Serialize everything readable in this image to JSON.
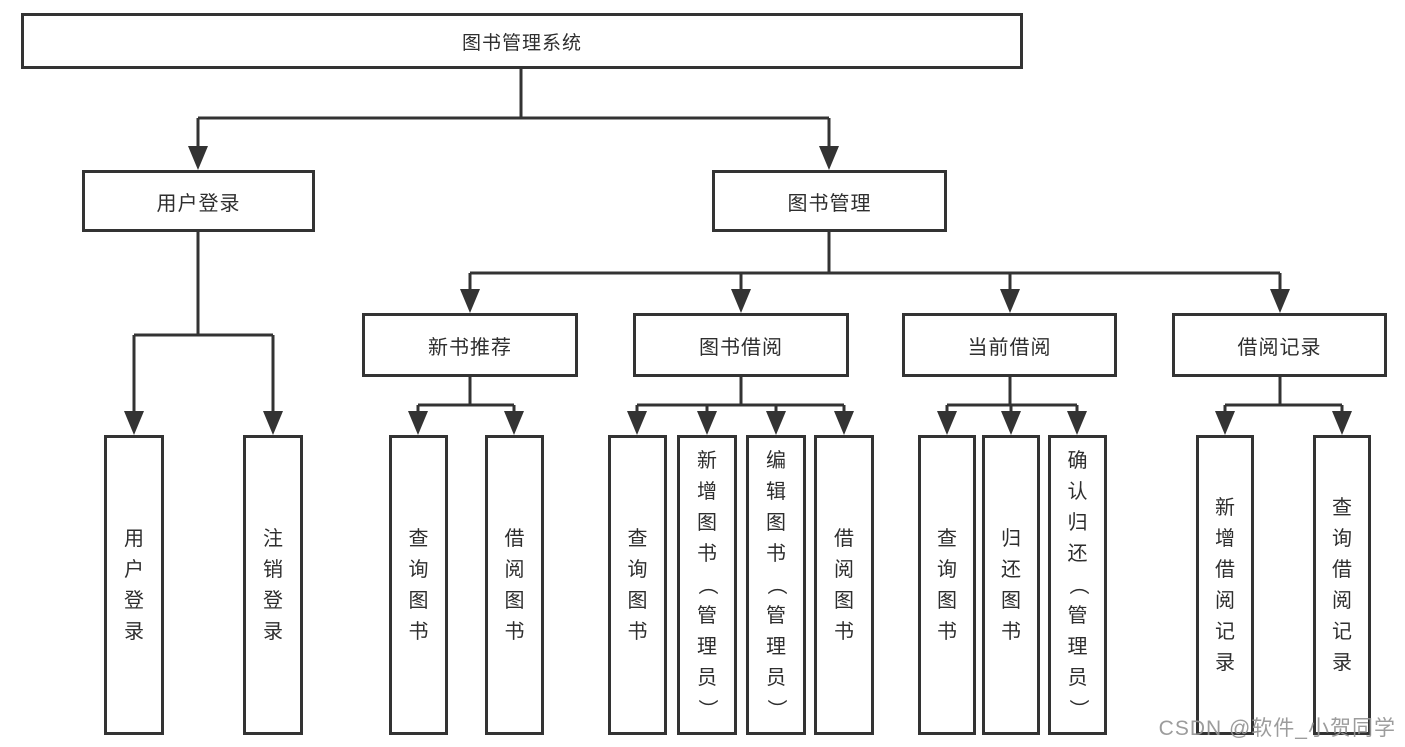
{
  "watermark": "CSDN @软件_小贺同学",
  "colors": {
    "line": "#333333",
    "border": "#333333",
    "text": "#2e2e2e",
    "watermark": "#949494",
    "background": "#ffffff"
  },
  "chart_type": "hierarchy-diagram",
  "tree": {
    "root": {
      "label": "图书管理系统"
    },
    "children": [
      {
        "label": "用户登录",
        "children": [
          {
            "label": "用户登录"
          },
          {
            "label": "注销登录"
          }
        ]
      },
      {
        "label": "图书管理",
        "children": [
          {
            "label": "新书推荐",
            "children": [
              {
                "label": "查询图书"
              },
              {
                "label": "借阅图书"
              }
            ]
          },
          {
            "label": "图书借阅",
            "children": [
              {
                "label": "查询图书"
              },
              {
                "label": "新增图书（管理员）"
              },
              {
                "label": "编辑图书（管理员）"
              },
              {
                "label": "借阅图书"
              }
            ]
          },
          {
            "label": "当前借阅",
            "children": [
              {
                "label": "查询图书"
              },
              {
                "label": "归还图书"
              },
              {
                "label": "确认归还（管理员）"
              }
            ]
          },
          {
            "label": "借阅记录",
            "children": [
              {
                "label": "新增借阅记录"
              },
              {
                "label": "查询借阅记录"
              }
            ]
          }
        ]
      }
    ]
  }
}
